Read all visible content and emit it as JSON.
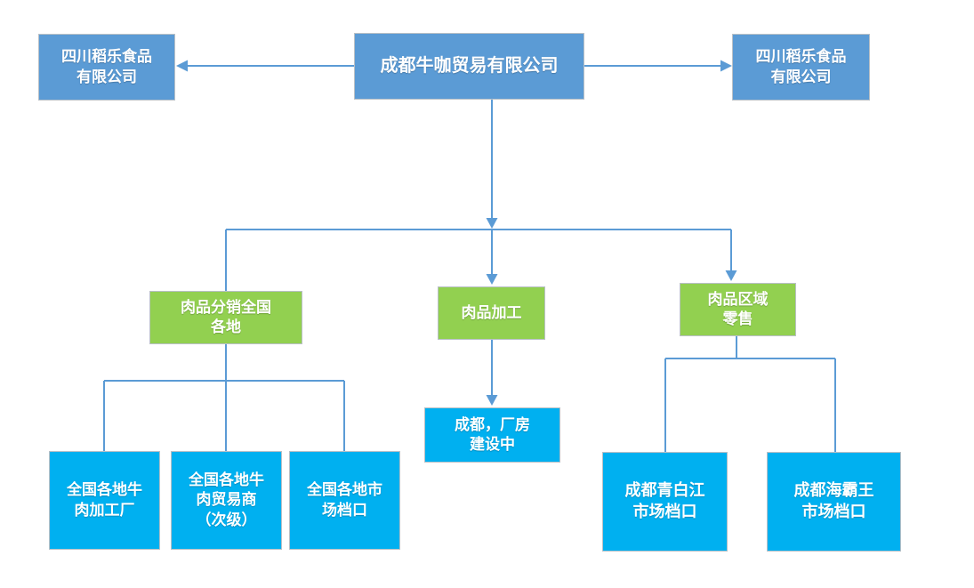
{
  "diagram": {
    "description": "Company structure flowchart",
    "colors": {
      "background": "#FFFFFF",
      "company_blue": "#5B9BD5",
      "branch_green": "#92D050",
      "unit_cyan": "#00B0F0",
      "connector_blue": "#5B9BD5",
      "text_white": "#FFFFFF"
    },
    "nodes": {
      "root": {
        "label": "成都牛咖贸易有限公司"
      },
      "partner_left": {
        "label": "四川稻乐食品\n有限公司"
      },
      "partner_right": {
        "label": "四川稻乐食品\n有限公司"
      },
      "branch_distribution": {
        "label": "肉品分销全国\n各地"
      },
      "branch_processing": {
        "label": "肉品加工"
      },
      "branch_retail": {
        "label": "肉品区域\n零售"
      },
      "dist_child_1": {
        "label": "全国各地牛\n肉加工厂"
      },
      "dist_child_2": {
        "label": "全国各地牛\n肉贸易商\n（次级）"
      },
      "dist_child_3": {
        "label": "全国各地市\n场档口"
      },
      "processing_child": {
        "label": "成都，厂房\n建设中"
      },
      "retail_child_1": {
        "label": "成都青白江\n市场档口"
      },
      "retail_child_2": {
        "label": "成都海霸王\n市场档口"
      }
    },
    "edges": [
      {
        "from": "root",
        "to": "partner_left",
        "arrowhead": true
      },
      {
        "from": "root",
        "to": "partner_right",
        "arrowhead": true
      },
      {
        "from": "root",
        "to": "branch_junction",
        "arrowhead": true
      },
      {
        "from": "branch_junction",
        "to": "branch_distribution",
        "arrowhead": false
      },
      {
        "from": "branch_junction",
        "to": "branch_processing",
        "arrowhead": true
      },
      {
        "from": "branch_junction",
        "to": "branch_retail",
        "arrowhead": true
      },
      {
        "from": "branch_processing",
        "to": "processing_child",
        "arrowhead": true
      },
      {
        "from": "branch_distribution",
        "to": "dist_child_1",
        "arrowhead": false
      },
      {
        "from": "branch_distribution",
        "to": "dist_child_2",
        "arrowhead": false
      },
      {
        "from": "branch_distribution",
        "to": "dist_child_3",
        "arrowhead": false
      },
      {
        "from": "branch_retail",
        "to": "retail_child_1",
        "arrowhead": false
      },
      {
        "from": "branch_retail",
        "to": "retail_child_2",
        "arrowhead": false
      }
    ]
  }
}
